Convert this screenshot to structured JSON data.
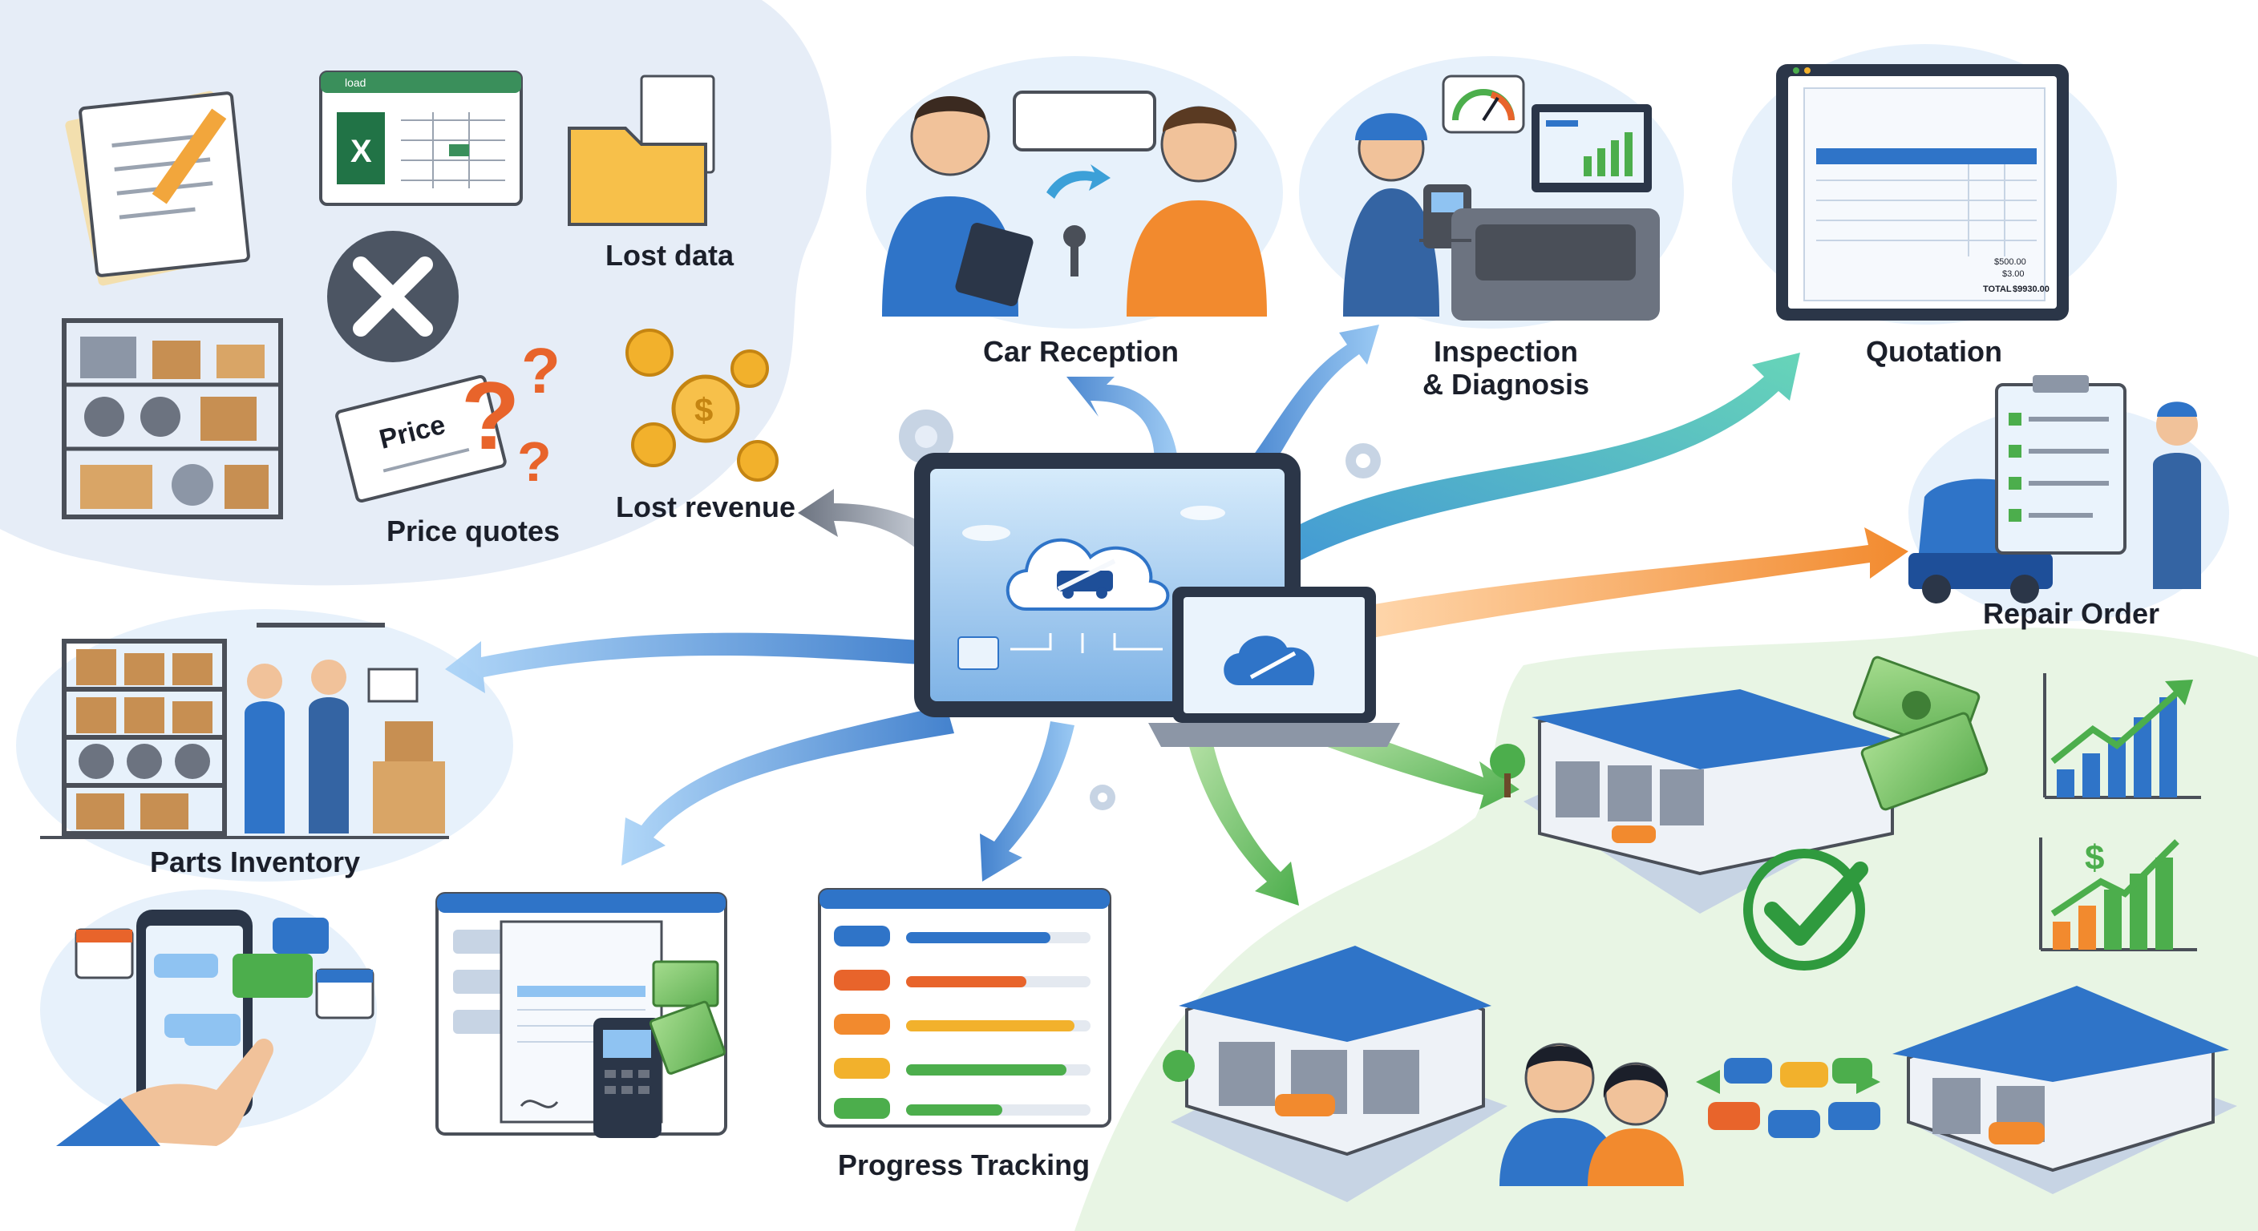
{
  "labels": {
    "lost_data": "Lost data",
    "price_quotes": "Price quotes",
    "lost_revenue": "Lost revenue",
    "car_reception": "Car Reception",
    "inspection_line1": "Inspection",
    "inspection_line2": "& Diagnosis",
    "quotation": "Quotation",
    "repair_order": "Repair Order",
    "parts_inventory": "Parts Inventory",
    "progress_tracking": "Progress Tracking"
  },
  "small_text": {
    "price_card": "Price",
    "sheet_title": "load",
    "excel_letter": "X",
    "quote_sub1": "$500.00",
    "quote_sub2": "$3.00",
    "quote_total_label": "TOTAL",
    "quote_total_value": "$9930.00",
    "dollar": "$"
  },
  "colors": {
    "problem_bg": "#e6edf7",
    "success_bg": "#e8f5e4",
    "brand_blue": "#2f74c8",
    "orange": "#f28a2e",
    "green": "#4cae4c",
    "teal": "#3cbab0",
    "dark_gray": "#4a4f58"
  },
  "icons": [
    "document-stack-icon",
    "spreadsheet-icon",
    "folder-icon",
    "reject-x-icon",
    "price-tag-icon",
    "question-mark-icon",
    "coin-icon",
    "parts-shelf-icon",
    "cloud-wrench-icon",
    "tablet-icon",
    "laptop-icon",
    "gear-icon",
    "key-icon",
    "diagnostic-device-icon",
    "gauge-icon",
    "monitor-icon",
    "clipboard-icon",
    "garage-icon",
    "cash-icon",
    "growth-chart-icon",
    "checkmark-icon",
    "smartphone-icon",
    "calendar-icon",
    "chat-bubble-icon",
    "payment-terminal-icon",
    "car-icon"
  ]
}
